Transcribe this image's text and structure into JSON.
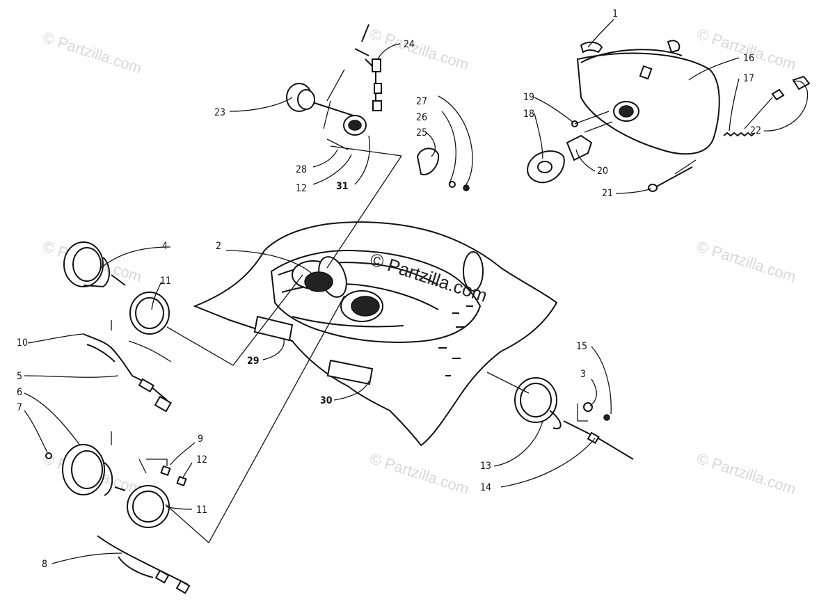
{
  "watermark": {
    "repeated_text": "© Partzilla.com",
    "center_text": "© Partzilla.com"
  },
  "callouts": [
    {
      "id": "1",
      "label": "1"
    },
    {
      "id": "2",
      "label": "2"
    },
    {
      "id": "3",
      "label": "3"
    },
    {
      "id": "4",
      "label": "4"
    },
    {
      "id": "5",
      "label": "5"
    },
    {
      "id": "6",
      "label": "6"
    },
    {
      "id": "7",
      "label": "7"
    },
    {
      "id": "8",
      "label": "8"
    },
    {
      "id": "9",
      "label": "9"
    },
    {
      "id": "10",
      "label": "10"
    },
    {
      "id": "11a",
      "label": "11"
    },
    {
      "id": "11b",
      "label": "11"
    },
    {
      "id": "12a",
      "label": "12"
    },
    {
      "id": "12b",
      "label": "12"
    },
    {
      "id": "13",
      "label": "13"
    },
    {
      "id": "14",
      "label": "14"
    },
    {
      "id": "15",
      "label": "15"
    },
    {
      "id": "16",
      "label": "16"
    },
    {
      "id": "17",
      "label": "17"
    },
    {
      "id": "18",
      "label": "18"
    },
    {
      "id": "19",
      "label": "19"
    },
    {
      "id": "20",
      "label": "20"
    },
    {
      "id": "21",
      "label": "21"
    },
    {
      "id": "22",
      "label": "22"
    },
    {
      "id": "23",
      "label": "23"
    },
    {
      "id": "24",
      "label": "24"
    },
    {
      "id": "25",
      "label": "25"
    },
    {
      "id": "26",
      "label": "26"
    },
    {
      "id": "27",
      "label": "27"
    },
    {
      "id": "28",
      "label": "28"
    },
    {
      "id": "29",
      "label": "29"
    },
    {
      "id": "30",
      "label": "30"
    },
    {
      "id": "31",
      "label": "31"
    }
  ]
}
